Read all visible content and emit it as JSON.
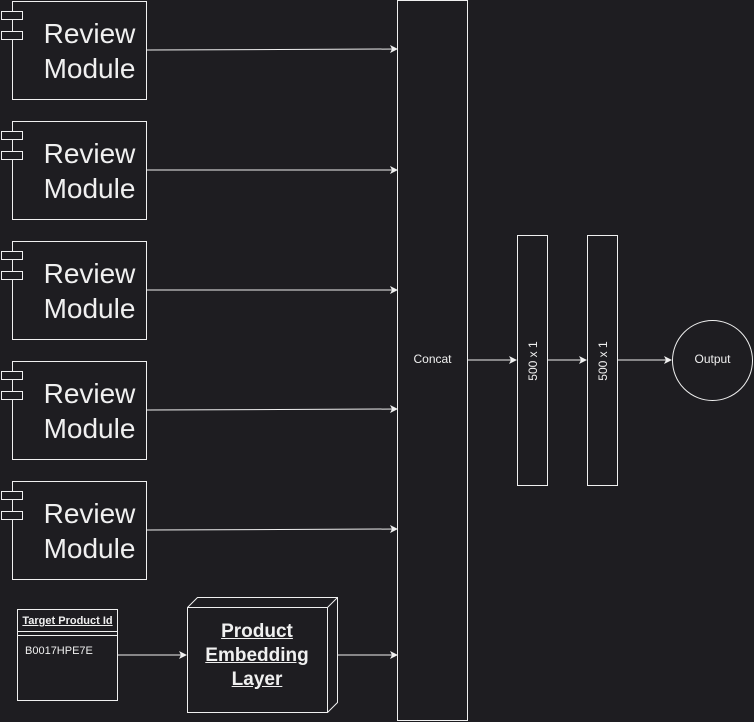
{
  "review_modules": [
    {
      "line1": "Review",
      "line2": "Module"
    },
    {
      "line1": "Review",
      "line2": "Module"
    },
    {
      "line1": "Review",
      "line2": "Module"
    },
    {
      "line1": "Review",
      "line2": "Module"
    },
    {
      "line1": "Review",
      "line2": "Module"
    }
  ],
  "target_product": {
    "header": "Target Product Id",
    "value": "B0017HPE7E"
  },
  "embedding_layer": {
    "line1": "Product",
    "line2": "Embedding",
    "line3": "Layer"
  },
  "concat": {
    "label": "Concat"
  },
  "dense_layers": [
    {
      "label": "500 x 1"
    },
    {
      "label": "500 x 1"
    }
  ],
  "output": {
    "label": "Output"
  },
  "colors": {
    "background": "#1e1d21",
    "stroke": "#f0f0f0"
  }
}
